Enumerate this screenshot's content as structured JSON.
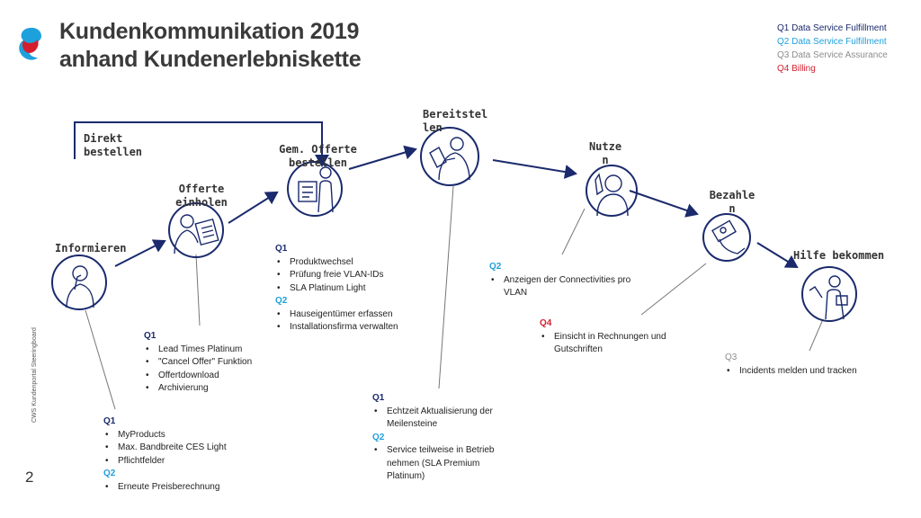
{
  "header": {
    "title_line1": "Kundenkommunikation 2019",
    "title_line2": "anhand Kundenerlebniskette",
    "logo_icon": "swisscom-logo-icon"
  },
  "legend": {
    "items": [
      {
        "label": "Q1 Data Service Fulfillment",
        "color": "#1a2a6c"
      },
      {
        "label": "Q2 Data Service Fulfillment",
        "color": "#1ea0dc"
      },
      {
        "label": "Q3 Data Service Assurance",
        "color": "#8c8c8c"
      },
      {
        "label": "Q4 Billing",
        "color": "#d51e2d"
      }
    ]
  },
  "colors": {
    "arrow": "#1a2a6c",
    "leader": "#666666"
  },
  "stages": {
    "informieren": "Informieren",
    "offerte": "Offerte einholen",
    "direkt": "Direkt bestellen",
    "gem_offerte": "Gem. Offerte bestellen",
    "bereitstellen": "Bereitstellen",
    "nutzen": "Nutzen",
    "bezahlen": "Bezahlen",
    "hilfe": "Hilfe bekommen"
  },
  "blocks": {
    "informieren": {
      "q1": "Q1",
      "q1_items": [
        "MyProducts",
        "Max. Bandbreite CES Light",
        "Pflichtfelder"
      ],
      "q2": "Q2",
      "q2_items": [
        "Erneute Preisberechnung"
      ]
    },
    "offerte": {
      "q1": "Q1",
      "q1_items": [
        "Lead Times Platinum",
        "\"Cancel Offer\" Funktion",
        "Offertdownload",
        "Archivierung"
      ]
    },
    "bestellen": {
      "q1": "Q1",
      "q1_items": [
        "Produktwechsel",
        "Prüfung freie VLAN-IDs",
        "SLA Platinum Light"
      ],
      "q2": "Q2",
      "q2_items": [
        "Hauseigentümer erfassen",
        "Installationsfirma verwalten"
      ]
    },
    "bereitstellen": {
      "q1": "Q1",
      "q1_items": [
        "Echtzeit Aktualisierung der Meilensteine"
      ],
      "q2": "Q2",
      "q2_items": [
        "Service teilweise in Betrieb nehmen (SLA Premium Platinum)"
      ]
    },
    "nutzen": {
      "q2": "Q2",
      "q2_items": [
        "Anzeigen der Connectivities pro VLAN"
      ]
    },
    "bezahlen": {
      "q4": "Q4",
      "q4_items": [
        "Einsicht in Rechnungen und Gutschriften"
      ]
    },
    "hilfe": {
      "q3": "Q3",
      "q3_items": [
        "Incidents melden und tracken"
      ]
    }
  },
  "footer": {
    "page_number": "2",
    "side_text": "CWS Kundenportal Steeringboard"
  }
}
